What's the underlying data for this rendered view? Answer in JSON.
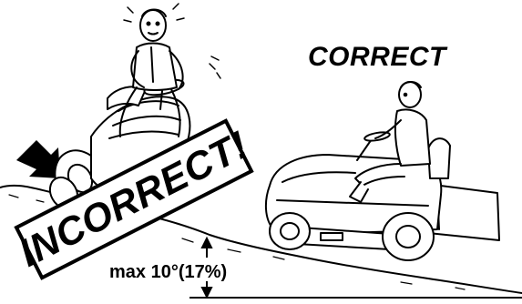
{
  "labels": {
    "correct": "CORRECT",
    "incorrect": "INCORRECT!",
    "max_slope": "max 10°(17%)"
  },
  "icons": [
    "warning-arrow-icon",
    "tractor-rider-incorrect",
    "tractor-rider-correct"
  ],
  "colors": {
    "ink": "#000000",
    "background": "#ffffff"
  }
}
